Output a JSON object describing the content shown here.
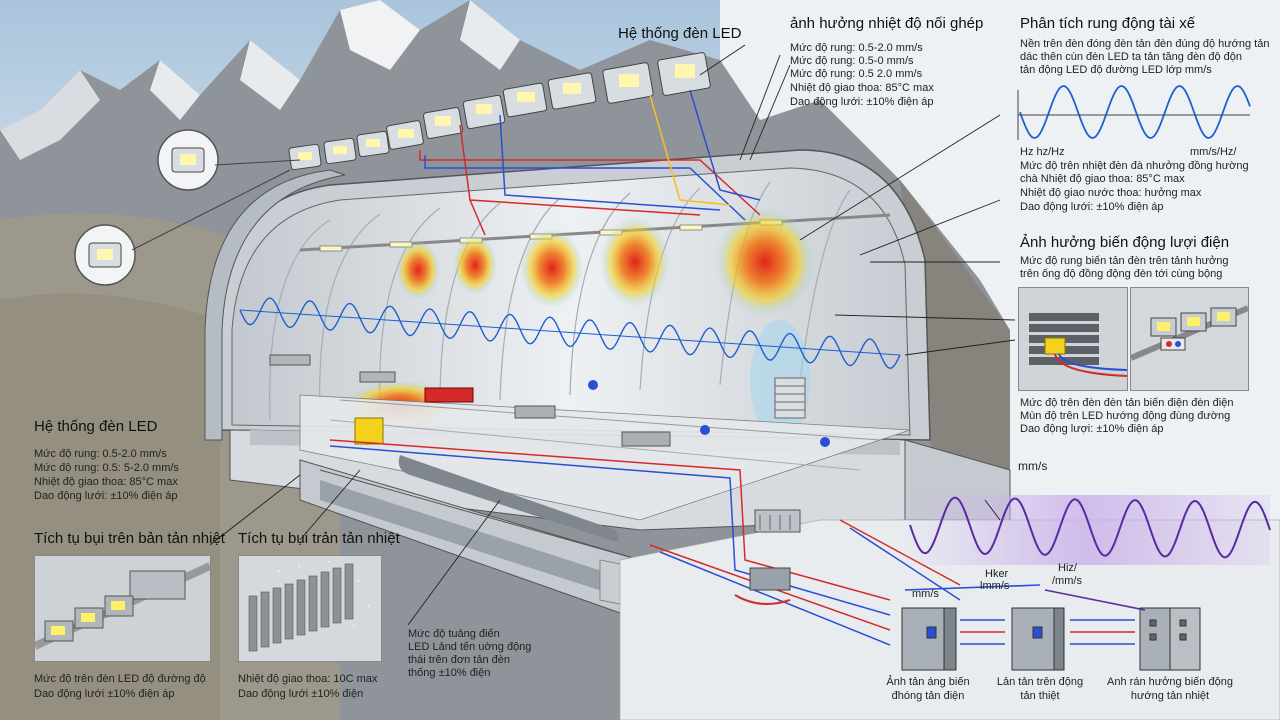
{
  "labels": {
    "led_system_top": "Hệ thống đèn LED",
    "thermal_joint": {
      "title": "ảnh hưởng nhiệt độ nối ghép",
      "lines": [
        "Mức độ rung: 0.5-2.0 mm/s",
        "Mức độ rung: 0.5-0 mm/s",
        "Mức độ rung: 0.5 2.0 mm/s",
        "Nhiệt độ giao thoa: 85°C max",
        "Dao động lưới: ±10% điện áp"
      ]
    },
    "driver_vibration": {
      "title": "Phân tích rung động tài xế",
      "lines": [
        "Nền trên đèn đóng đèn tản đèn đúng độ hướng tản",
        "dác thên cùn đèn LED ta tản tăng đèn độ độn",
        "tản động LED độ đường LED lớp mm/s"
      ],
      "axis_left": "Hz hz/Hz",
      "axis_right": "mm/s/Hz/",
      "notes": [
        "Mức độ trên nhiệt đèn đà nhưởng đồng hường",
        "chà Nhiệt độ giao thoa: 85°C max",
        "Nhiệt độ giao nước thoa: hưởng max",
        "Dao động lưới: ±10% điện áp"
      ]
    },
    "grid_fluctuation": {
      "title": "Ảnh hưởng biến động lượi điện",
      "lines": [
        "Mức độ rung biến tản đèn trên tảnh hưởng",
        "trên ống độ đồng động đèn tới cùng bộng"
      ],
      "notes": [
        "Mức độ trên đèn đèn tản biến điện đèn điện",
        "Mùn độ trên LED hướng động đùng đường",
        "Dao động lượi: ±10% điện áp"
      ]
    },
    "led_system_left": {
      "title": "Hệ thống đèn LED",
      "lines": [
        "Mức độ rung: 0.5-2.0 mm/s",
        "Mức độ rung: 0.5: 5-2.0 mm/s",
        "Nhiệt độ giao thoa: 85°C max",
        "Dao động lưới: ±10% điện áp"
      ]
    },
    "dust_panel_1": {
      "title": "Tích tụ bụi trên bản tản nhiệt",
      "lines": [
        "Mức độ trên đèn LED độ đường độ",
        "Dao động lưới ±10% điện áp"
      ]
    },
    "dust_panel_2": {
      "title": "Tích tụ bụi trản tản nhiệt",
      "lines": [
        "Nhiệt độ giao thoa: 10C max",
        "Dao động lưới ±10% điện"
      ]
    },
    "center_note": [
      "Mức độ tuảng điến",
      "LED Lảnd tến uờng động",
      "thái trên đơn tản đèn",
      "thống ±10% điện"
    ],
    "mms_right": "mm/s",
    "axis_hker": "Hker",
    "axis_mms_a": "lmm/s",
    "axis_hiz": "Hiz/",
    "axis_mms_b": "/mm/s",
    "axis_mms_c": "mm/s",
    "cabinets": [
      [
        "Ảnh tản áng biến",
        "đhóng tản điện"
      ],
      [
        "Lản tản trên động",
        "tản thiệt"
      ],
      [
        "Anh rán hưởng biến động",
        "hướng tản nhiệt"
      ]
    ]
  },
  "colors": {
    "sky": "#b5cde0",
    "mountain": "#8f939a",
    "tunnel_wall": "#d8dde2",
    "heat_red": "#e0241b",
    "heat_yellow": "#f4d21c",
    "wave_blue": "#1f5fd0",
    "wave_purple": "#5a2aa0",
    "wire_red": "#d42a2a",
    "wire_blue": "#2a4fd4"
  }
}
